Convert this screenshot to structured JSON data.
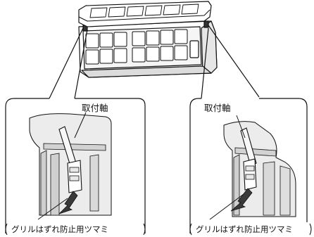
{
  "labels": {
    "left_shaft": "取付軸",
    "right_shaft": "取付軸",
    "left_knob": "グリルはずれ防止用ツマミ",
    "right_knob": "グリルはずれ防止用ツマミ"
  },
  "colors": {
    "line": "#111111",
    "shade": "#bdbdbd",
    "shade_dark": "#8f8f8f",
    "arrow": "#3a3a3a",
    "paper": "#ffffff"
  }
}
